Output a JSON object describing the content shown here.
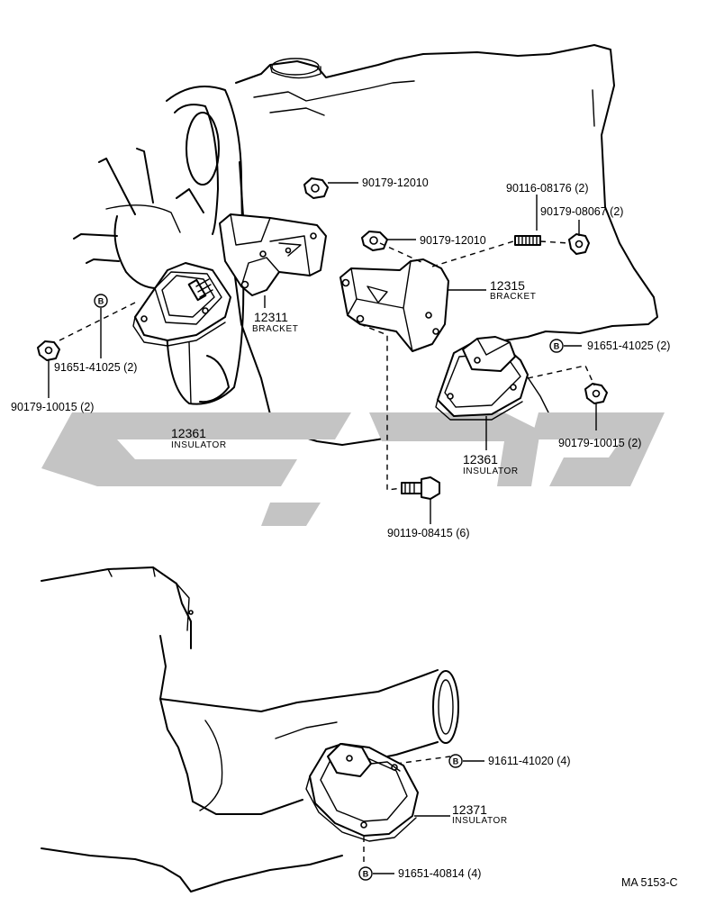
{
  "callouts": {
    "nut_upper_1": "90179-12010",
    "nut_upper_2": "90179-12010",
    "stud_right": "90116-08176 (2)",
    "nut_right": "90179-08067 (2)",
    "bracket_left_number": "12311",
    "bracket_left_name": "BRACKET",
    "bracket_right_number": "12315",
    "bracket_right_name": "BRACKET",
    "insulator_left_number": "12361",
    "insulator_left_name": "INSULATOR",
    "insulator_right_number": "12361",
    "insulator_right_name": "INSULATOR",
    "washer_left": "91651-41025 (2)",
    "nut_left": "90179-10015 (2)",
    "washer_right": "91651-41025 (2)",
    "nut_right_lower": "90179-10015 (2)",
    "bolt_center": "90119-08415 (6)",
    "rear_bolt_upper": "91611-41020 (4)",
    "rear_insulator_number": "12371",
    "rear_insulator_name": "INSULATOR",
    "rear_bolt_lower": "91651-40814 (4)"
  },
  "bolt_marker_letter": "B",
  "figure_code": "MA  5153-C",
  "watermark_icon": "watermark-logo-icon",
  "colors": {
    "ink": "#000000",
    "watermark": "#c4c4c4",
    "paper": "#ffffff"
  }
}
